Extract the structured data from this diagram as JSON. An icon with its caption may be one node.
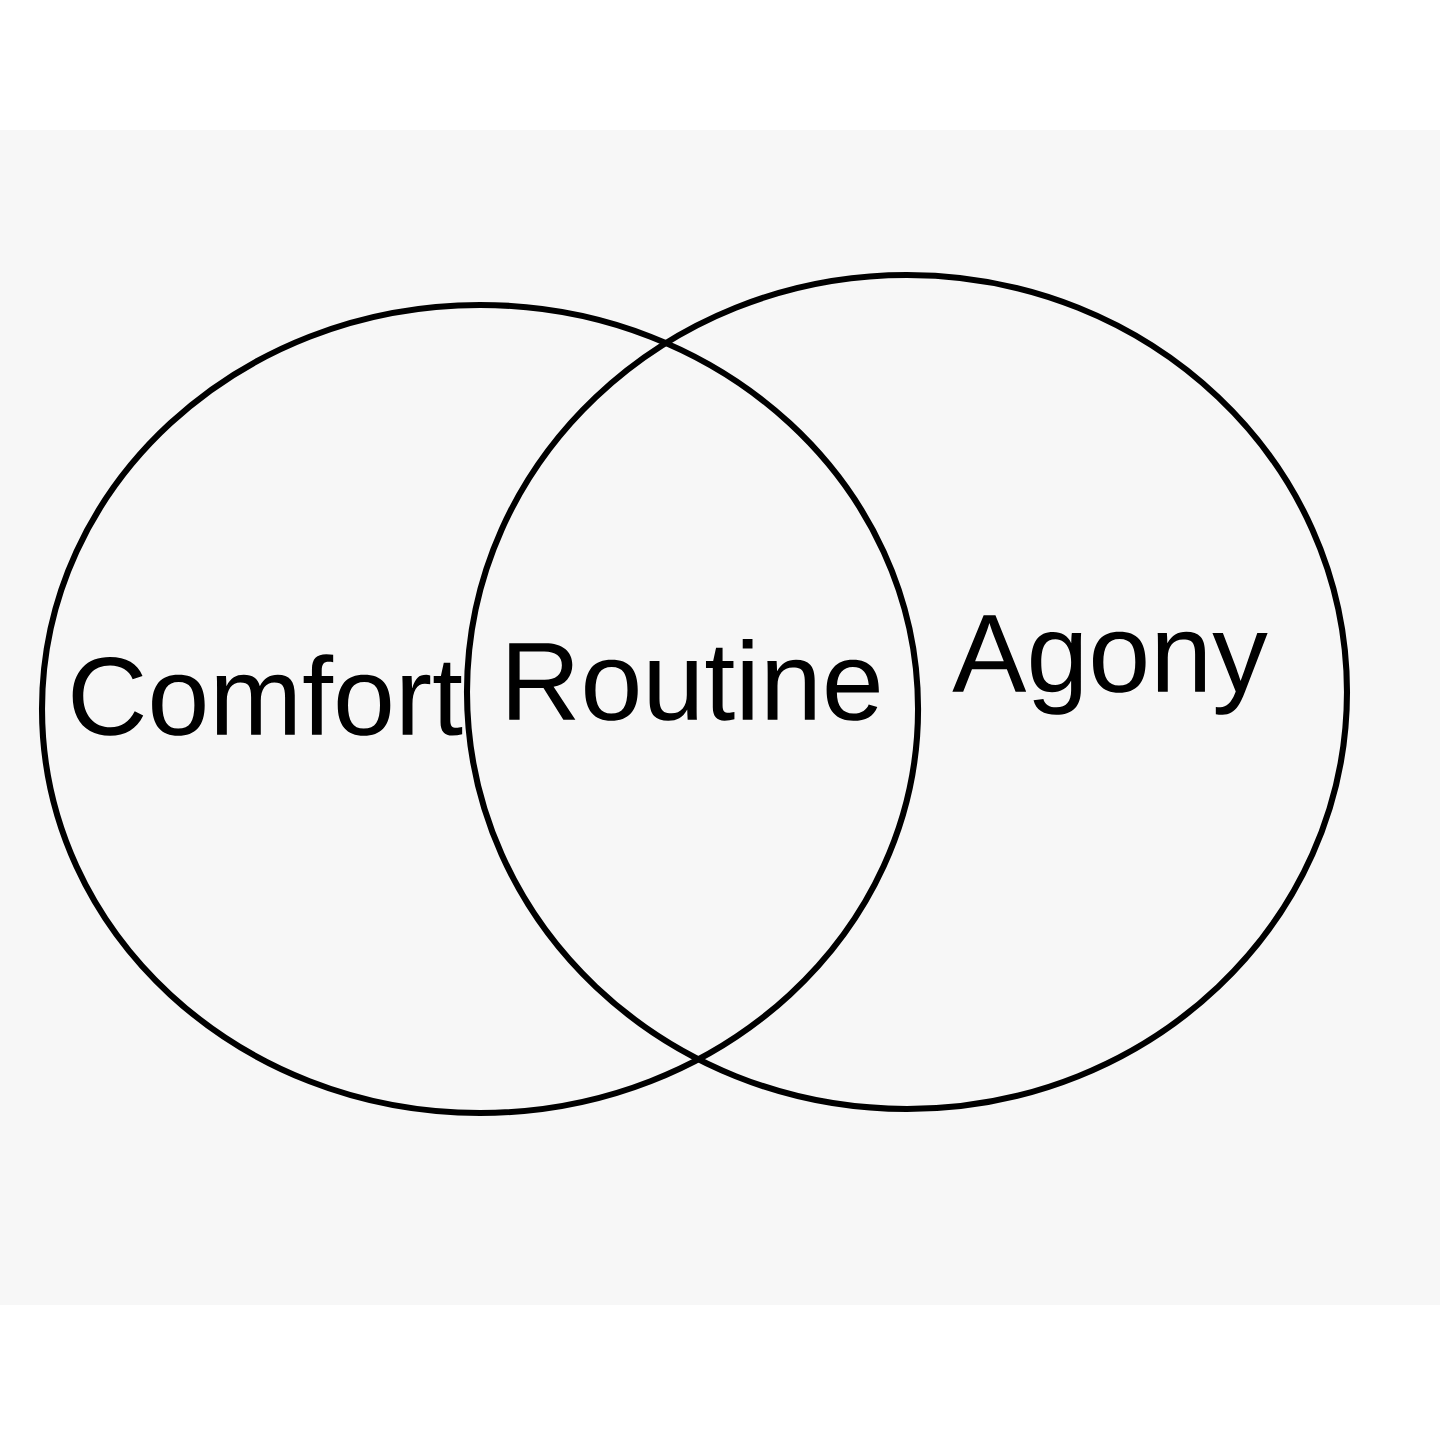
{
  "diagram": {
    "nodes": [
      {
        "text": [
          "Comfort"
        ]
      },
      {
        "text": [
          "Agony"
        ]
      }
    ],
    "labels": [
      "Routine"
    ]
  }
}
